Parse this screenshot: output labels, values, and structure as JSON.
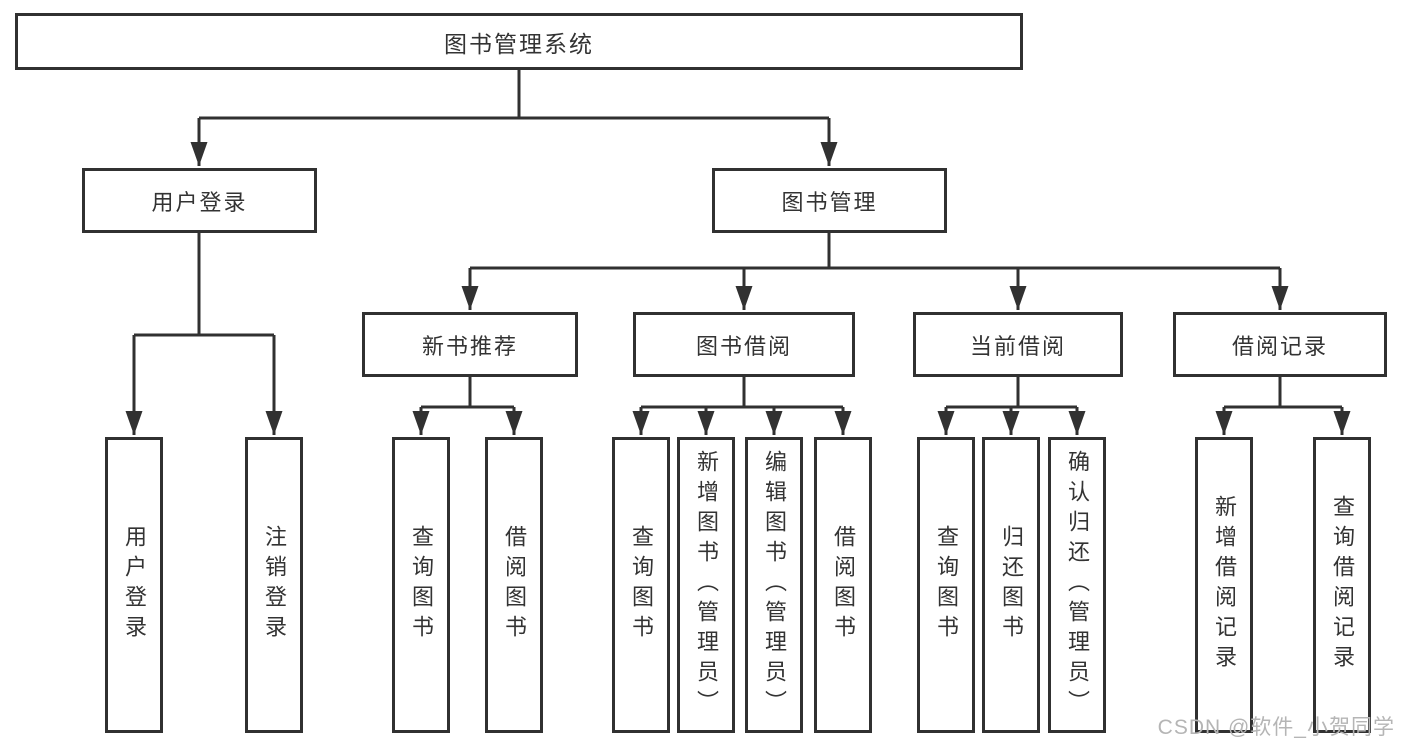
{
  "diagram": {
    "watermark": "CSDN @软件_小贺同学",
    "colors": {
      "line": "#313131",
      "text": "#333333",
      "watermark": "#b5b5b5",
      "background": "#ffffff"
    },
    "tree": {
      "root": {
        "label": "图书管理系统"
      },
      "branches": [
        {
          "label": "用户登录",
          "children": [
            {
              "label": "用户登录"
            },
            {
              "label": "注销登录"
            }
          ]
        },
        {
          "label": "图书管理",
          "children": [
            {
              "label": "新书推荐",
              "children": [
                {
                  "label": "查询图书"
                },
                {
                  "label": "借阅图书"
                }
              ]
            },
            {
              "label": "图书借阅",
              "children": [
                {
                  "label": "查询图书"
                },
                {
                  "label": "新增图书（管理员）"
                },
                {
                  "label": "编辑图书（管理员）"
                },
                {
                  "label": "借阅图书"
                }
              ]
            },
            {
              "label": "当前借阅",
              "children": [
                {
                  "label": "查询图书"
                },
                {
                  "label": "归还图书"
                },
                {
                  "label": "确认归还（管理员）"
                }
              ]
            },
            {
              "label": "借阅记录",
              "children": [
                {
                  "label": "新增借阅记录"
                },
                {
                  "label": "查询借阅记录"
                }
              ]
            }
          ]
        }
      ]
    }
  }
}
